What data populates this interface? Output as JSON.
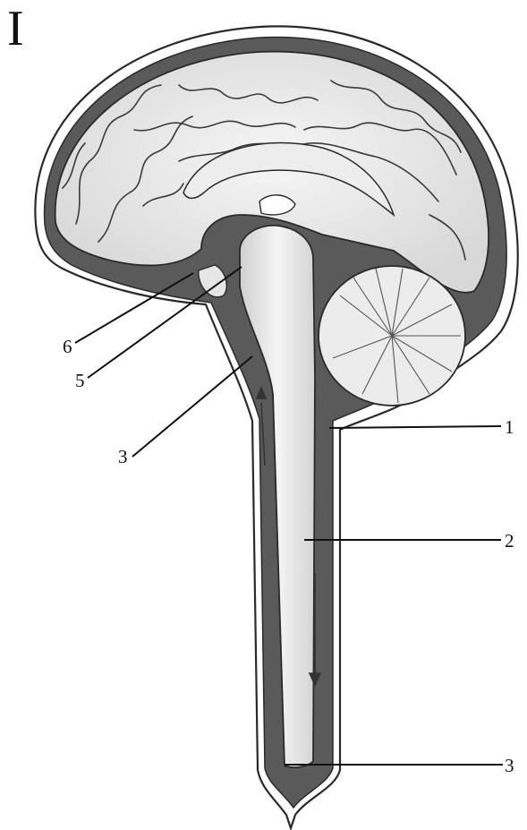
{
  "figure": {
    "panel_letter": "I",
    "labels": [
      {
        "id": "label-1",
        "text": "1"
      },
      {
        "id": "label-2",
        "text": "2"
      },
      {
        "id": "label-3-upper",
        "text": "3"
      },
      {
        "id": "label-3-lower",
        "text": "3"
      },
      {
        "id": "label-5",
        "text": "5"
      },
      {
        "id": "label-6",
        "text": "6"
      }
    ]
  },
  "colors": {
    "outline": "#2a2a2a",
    "csf_space": "#5a5a5a",
    "brain_fill": "#e8e8e8",
    "gyri_fill": "#f3f3f3",
    "cord_fill": "#ededed",
    "leader_line": "#111111"
  }
}
